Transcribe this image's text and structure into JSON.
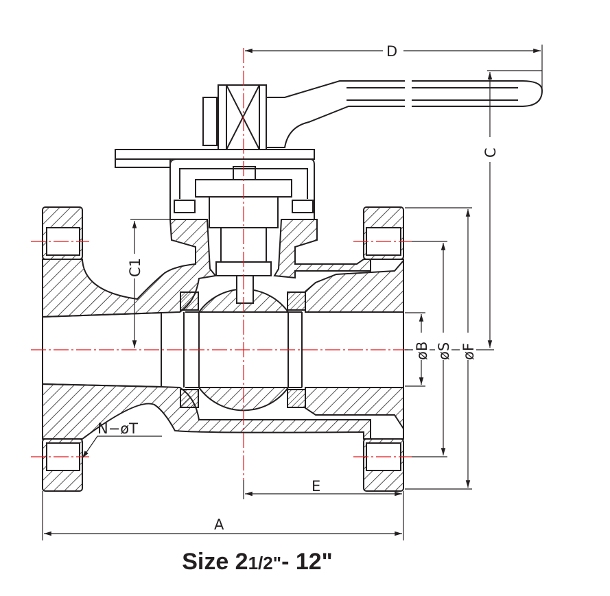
{
  "drawing": {
    "title": "Flanged ball valve section drawing",
    "caption_prefix": "Size 2",
    "caption_fraction": "1/2\"",
    "caption_suffix": "- 12\"",
    "dimensions": {
      "A": "A",
      "C": "C",
      "C1": "C1",
      "D": "D",
      "E": "E",
      "B": "øB",
      "S": "øS",
      "F": "øF",
      "NT": "N−øT"
    },
    "colors": {
      "line": "#231f20",
      "centerline": "#e3161b"
    }
  }
}
